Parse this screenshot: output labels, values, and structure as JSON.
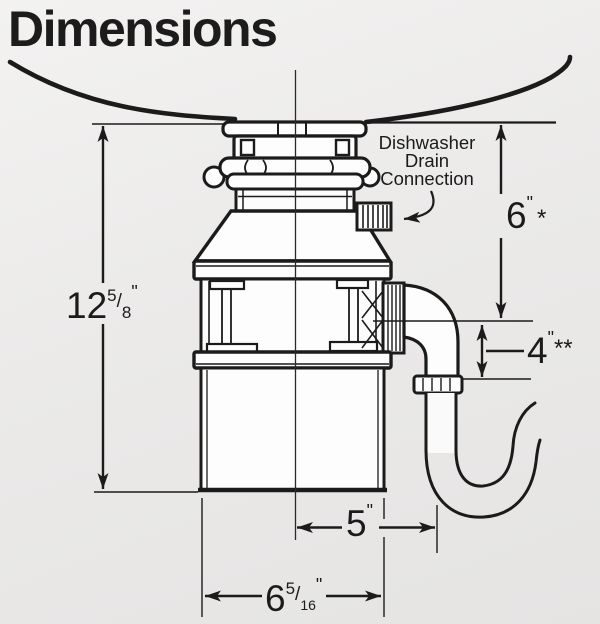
{
  "title": "Dimensions",
  "colors": {
    "line": "#1b1b1b",
    "background": "#ebeae9",
    "fill": "#fdfdfd"
  },
  "callout": {
    "line1": "Dishwasher",
    "line2": "Drain",
    "line3": "Connection"
  },
  "dims": {
    "overall_height": {
      "whole": "12",
      "num": "5",
      "slash": "/",
      "den": "8",
      "unit": "\""
    },
    "sink_to_outlet": {
      "value": "6",
      "unit": "\"",
      "note": "*"
    },
    "outlet_to_trap": {
      "value": "4",
      "unit": "\"",
      "note": "**"
    },
    "center_to_trap": {
      "value": "5",
      "unit": "\""
    },
    "body_width": {
      "whole": "6",
      "num": "5",
      "slash": "/",
      "den": "16",
      "unit": "\""
    }
  }
}
